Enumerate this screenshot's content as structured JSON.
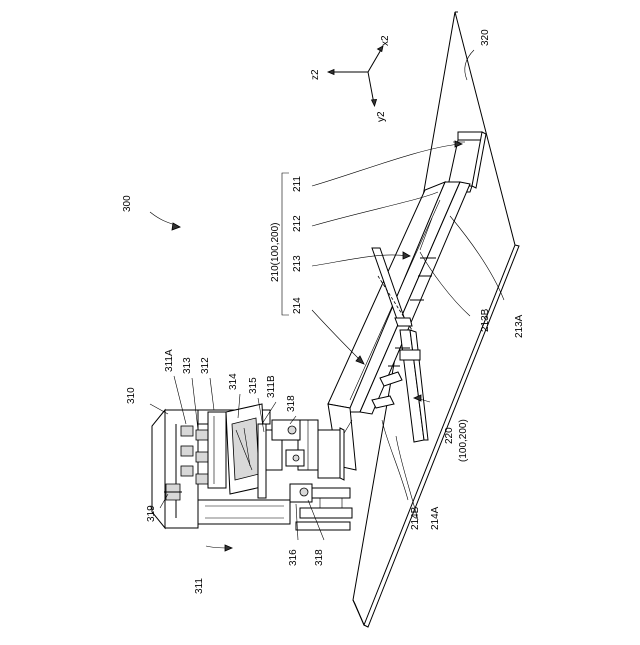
{
  "figure": {
    "axes": {
      "z": "z2",
      "x": "x2",
      "y": "y2"
    },
    "labels": {
      "l300": "300",
      "l320": "320",
      "l210": "210(100,200)",
      "l211": "211",
      "l212": "212",
      "l213": "213",
      "l214": "214",
      "l213A": "213A",
      "l213B": "213B",
      "l220a": "220",
      "l220b": "(100,200)",
      "l214A": "214A",
      "l214B": "214B",
      "l310": "310",
      "l311A": "311A",
      "l313": "313",
      "l312": "312",
      "l314": "314",
      "l315": "315",
      "l311B": "311B",
      "l318a": "318",
      "l318b": "318",
      "l316": "316",
      "l319": "319",
      "l311": "311"
    }
  }
}
